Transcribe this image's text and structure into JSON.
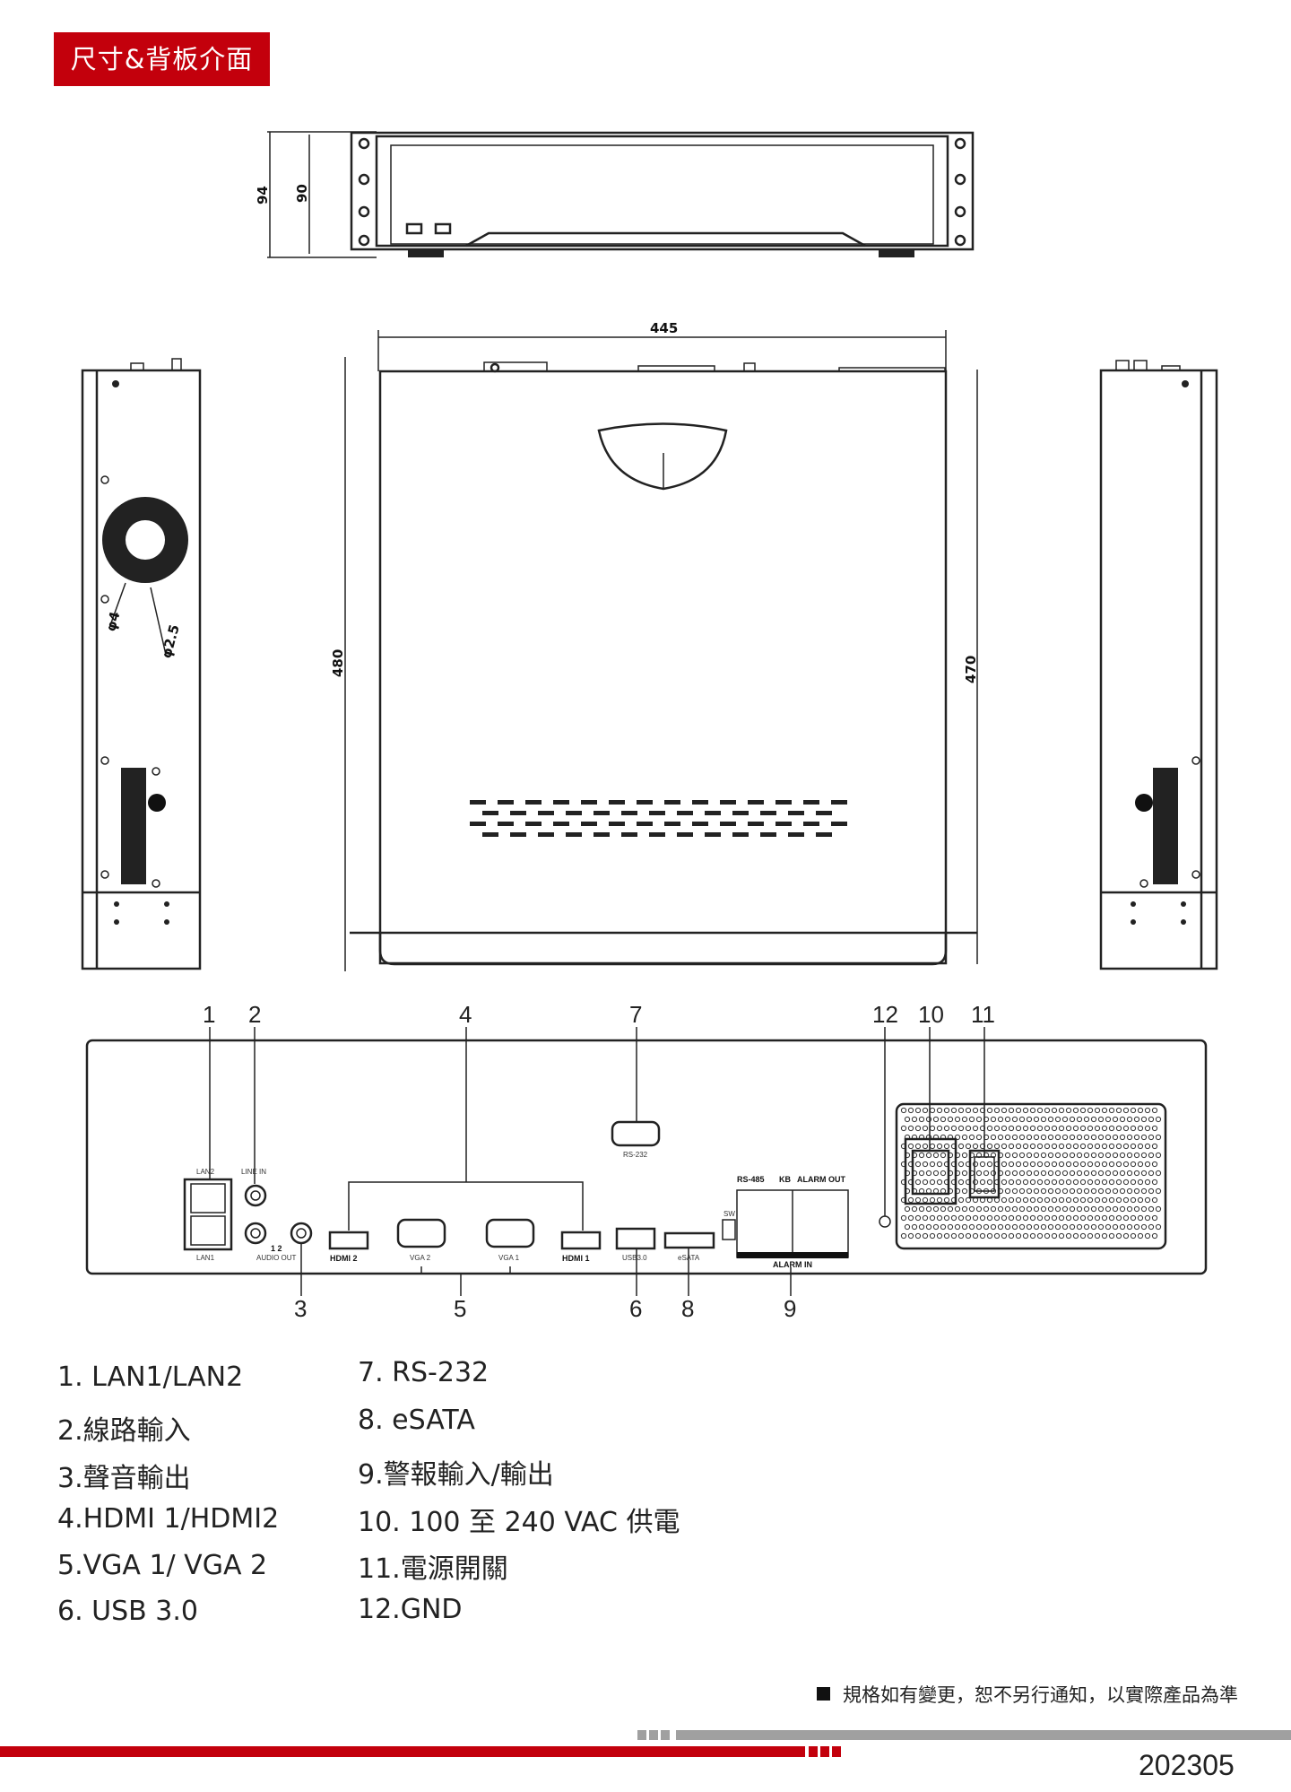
{
  "header": {
    "title": "尺寸&背板介面",
    "accent_color": "#c3000c"
  },
  "dimensions": {
    "front_height_outer": "94",
    "front_height_inner": "90",
    "width": "445",
    "depth_left": "480",
    "depth_right": "470",
    "fan_diameter": "φ4",
    "hole_diameter": "φ2.5"
  },
  "panel_labels": {
    "lan2": "LAN2",
    "lan1": "LAN1",
    "line_in": "LINE IN",
    "audio_out": "AUDIO OUT",
    "audio_nums": "1 2",
    "hdmi2": "HDMI 2",
    "vga2": "VGA 2",
    "vga1": "VGA 1",
    "hdmi1": "HDMI 1",
    "usb": "USB3.0",
    "esata": "eSATA",
    "rs232": "RS-232",
    "rs485": "RS-485",
    "kb": "KB",
    "alarm_out": "ALARM OUT",
    "alarm_in": "ALARM IN",
    "sw": "SW"
  },
  "callouts": {
    "top": [
      "1",
      "2",
      "4",
      "7",
      "12",
      "10",
      "11"
    ],
    "bottom": [
      "3",
      "5",
      "6",
      "8",
      "9"
    ]
  },
  "legend": {
    "left": [
      "1. LAN1/LAN2",
      "2.線路輸入",
      "3.聲音輸出",
      "4.HDMI 1/HDMI2",
      "5.VGA 1/ VGA 2",
      "6. USB 3.0"
    ],
    "right": [
      "7. RS-232",
      "8. eSATA",
      "9.警報輸入/輸出",
      "10. 100 至 240 VAC  供電",
      "11.電源開關",
      "12.GND"
    ]
  },
  "footer": {
    "note": "規格如有變更，恕不另行通知，以實際產品為準",
    "date": "202305",
    "bar_red": "#c3000c",
    "bar_gray": "#a0a0a0"
  }
}
